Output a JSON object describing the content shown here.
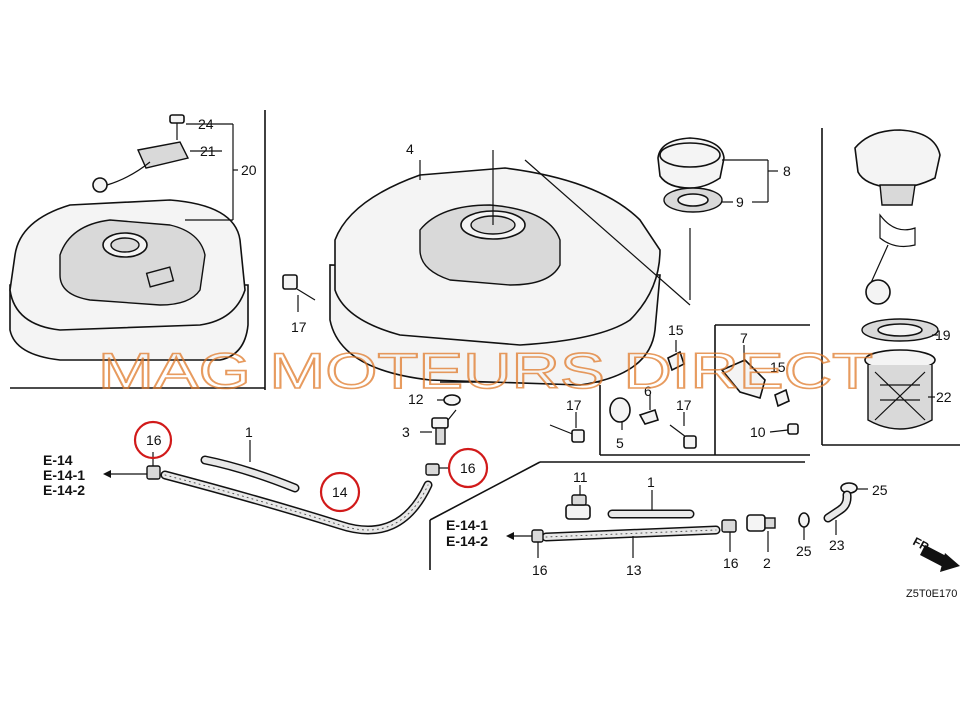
{
  "callouts": {
    "c24": "24",
    "c21": "21",
    "c20": "20",
    "c4": "4",
    "c8": "8",
    "c9": "9",
    "c17a": "17",
    "c15a": "15",
    "c7": "7",
    "c15b": "15",
    "c19": "19",
    "c22": "22",
    "c12": "12",
    "c3": "3",
    "c6": "6",
    "c17b": "17",
    "c17c": "17",
    "c5": "5",
    "c10": "10",
    "c16a": "16",
    "c1a": "1",
    "c14": "14",
    "c16b": "16",
    "c11": "11",
    "c1b": "1",
    "c25a": "25",
    "c16c": "16",
    "c13": "13",
    "c16d": "16",
    "c2": "2",
    "c25b": "25",
    "c23": "23"
  },
  "refs": {
    "left_e14": "E-14",
    "left_e141": "E-14-1",
    "left_e142": "E-14-2",
    "mid_e141": "E-14-1",
    "mid_e142": "E-14-2"
  },
  "watermark": "MAG MOTEURS DIRECT",
  "direction_label": "FR.",
  "diagram_code": "Z5T0E170",
  "colors": {
    "highlight": "#d11a1a",
    "watermark": "#e07a2a"
  }
}
